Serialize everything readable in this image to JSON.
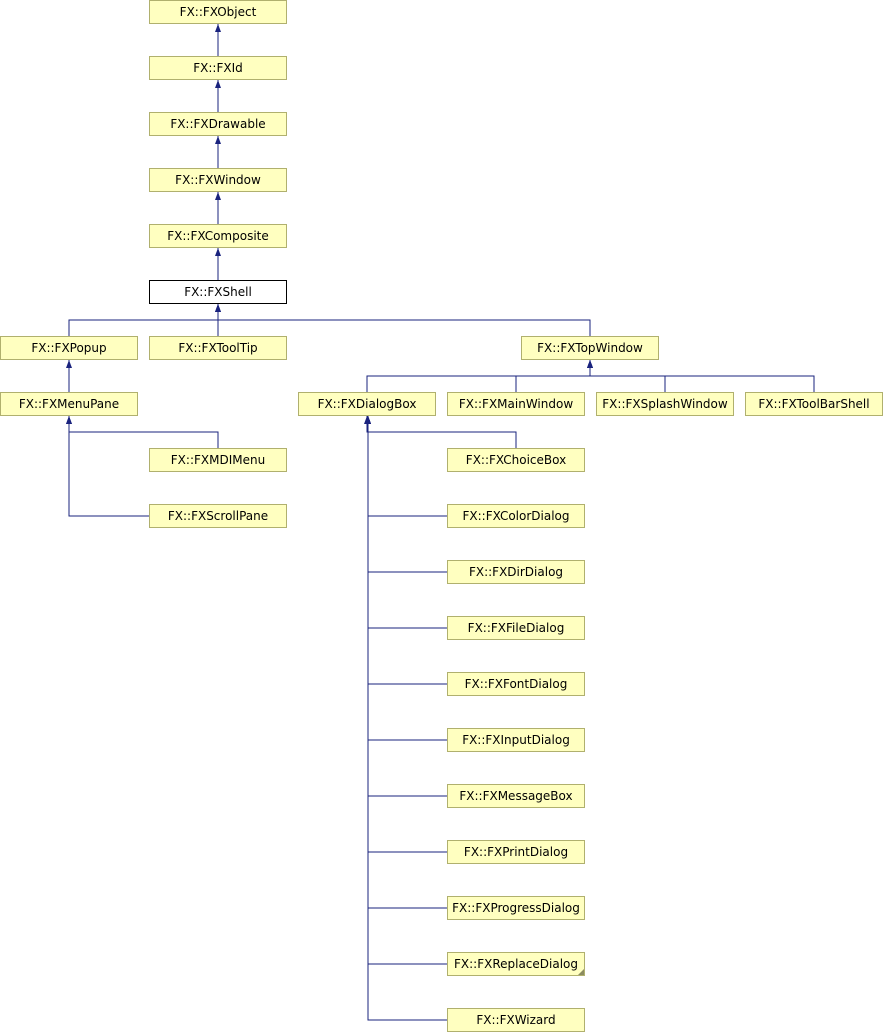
{
  "colors": {
    "node_fill": "#ffffc0",
    "node_border": "#b0b06e",
    "current_fill": "#ffffff",
    "edge": "#1a237e"
  },
  "classes": {
    "fxobject": "FX::FXObject",
    "fxid": "FX::FXId",
    "fxdrawable": "FX::FXDrawable",
    "fxwindow": "FX::FXWindow",
    "fxcomposite": "FX::FXComposite",
    "fxshell": "FX::FXShell",
    "fxpopup": "FX::FXPopup",
    "fxtooltip": "FX::FXToolTip",
    "fxtopwindow": "FX::FXTopWindow",
    "fxmenupane": "FX::FXMenuPane",
    "fxdialogbox": "FX::FXDialogBox",
    "fxmainwindow": "FX::FXMainWindow",
    "fxsplashwindow": "FX::FXSplashWindow",
    "fxtoolbarshell": "FX::FXToolBarShell",
    "fxmdimenu": "FX::FXMDIMenu",
    "fxscrollpane": "FX::FXScrollPane",
    "fxchoicebox": "FX::FXChoiceBox",
    "fxcolordialog": "FX::FXColorDialog",
    "fxdirdialog": "FX::FXDirDialog",
    "fxfiledialog": "FX::FXFileDialog",
    "fxfontdialog": "FX::FXFontDialog",
    "fxinputdialog": "FX::FXInputDialog",
    "fxmessagebox": "FX::FXMessageBox",
    "fxprintdialog": "FX::FXPrintDialog",
    "fxprogressdialog": "FX::FXProgressDialog",
    "fxreplacedialog": "FX::FXReplaceDialog",
    "fxwizard": "FX::FXWizard"
  },
  "edges": [
    {
      "from": "fxid",
      "to": "fxobject"
    },
    {
      "from": "fxdrawable",
      "to": "fxid"
    },
    {
      "from": "fxwindow",
      "to": "fxdrawable"
    },
    {
      "from": "fxcomposite",
      "to": "fxwindow"
    },
    {
      "from": "fxshell",
      "to": "fxcomposite"
    },
    {
      "from": "fxpopup",
      "to": "fxshell"
    },
    {
      "from": "fxtooltip",
      "to": "fxshell"
    },
    {
      "from": "fxtopwindow",
      "to": "fxshell"
    },
    {
      "from": "fxmenupane",
      "to": "fxpopup"
    },
    {
      "from": "fxmdimenu",
      "to": "fxmenupane"
    },
    {
      "from": "fxscrollpane",
      "to": "fxmenupane"
    },
    {
      "from": "fxdialogbox",
      "to": "fxtopwindow"
    },
    {
      "from": "fxmainwindow",
      "to": "fxtopwindow"
    },
    {
      "from": "fxsplashwindow",
      "to": "fxtopwindow"
    },
    {
      "from": "fxtoolbarshell",
      "to": "fxtopwindow"
    },
    {
      "from": "fxchoicebox",
      "to": "fxdialogbox"
    },
    {
      "from": "fxcolordialog",
      "to": "fxdialogbox"
    },
    {
      "from": "fxdirdialog",
      "to": "fxdialogbox"
    },
    {
      "from": "fxfiledialog",
      "to": "fxdialogbox"
    },
    {
      "from": "fxfontdialog",
      "to": "fxdialogbox"
    },
    {
      "from": "fxinputdialog",
      "to": "fxdialogbox"
    },
    {
      "from": "fxmessagebox",
      "to": "fxdialogbox"
    },
    {
      "from": "fxprintdialog",
      "to": "fxdialogbox"
    },
    {
      "from": "fxprogressdialog",
      "to": "fxdialogbox"
    },
    {
      "from": "fxreplacedialog",
      "to": "fxdialogbox"
    },
    {
      "from": "fxwizard",
      "to": "fxdialogbox"
    }
  ]
}
